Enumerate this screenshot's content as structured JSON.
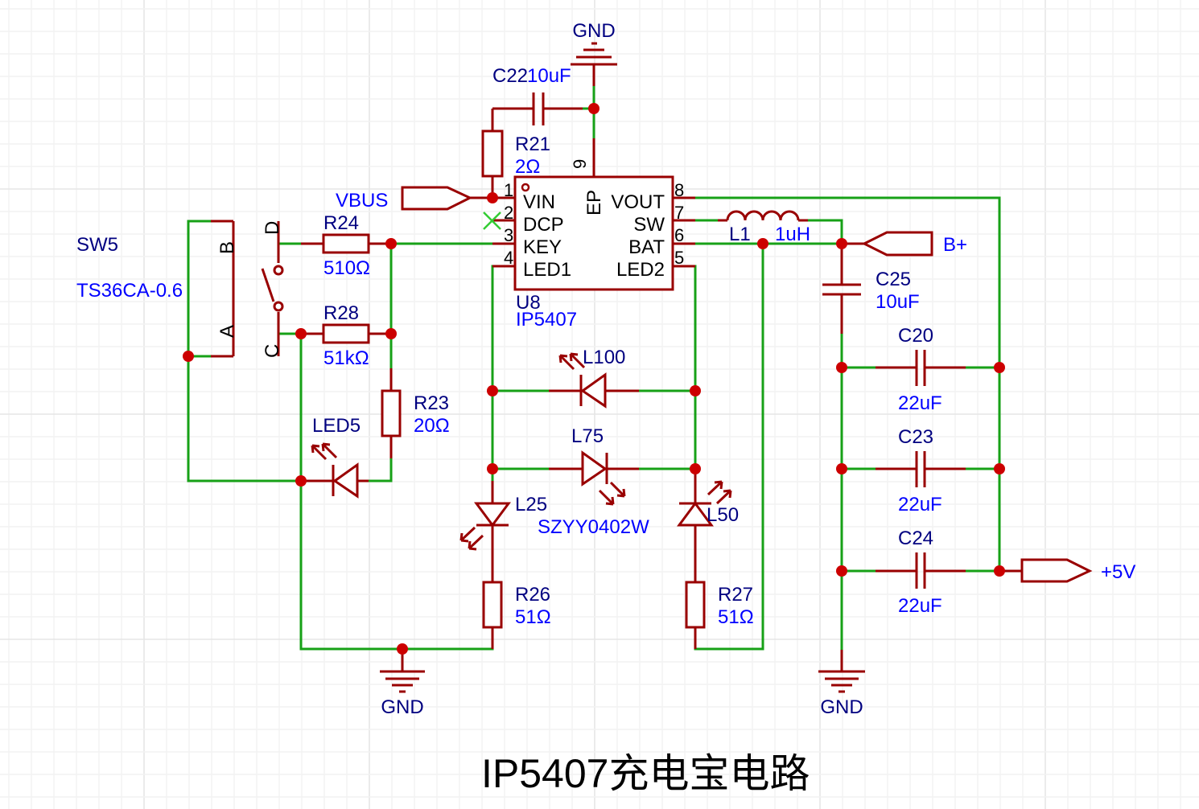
{
  "title": "IP5407充电宝电路",
  "ic": {
    "ref": "U8",
    "value": "IP5407",
    "left_pins": [
      {
        "num": "1",
        "name": "VIN"
      },
      {
        "num": "2",
        "name": "DCP"
      },
      {
        "num": "3",
        "name": "KEY"
      },
      {
        "num": "4",
        "name": "LED1"
      }
    ],
    "right_pins": [
      {
        "num": "8",
        "name": "VOUT"
      },
      {
        "num": "7",
        "name": "SW"
      },
      {
        "num": "6",
        "name": "BAT"
      },
      {
        "num": "5",
        "name": "LED2"
      }
    ],
    "top_pin": {
      "num": "9",
      "name": "EP"
    }
  },
  "switch": {
    "ref": "SW5",
    "value": "TS36CA-0.6",
    "pins": [
      "A",
      "B",
      "C",
      "D"
    ]
  },
  "resistors": {
    "r21": {
      "ref": "R21",
      "value": "2Ω"
    },
    "r24": {
      "ref": "R24",
      "value": "510Ω"
    },
    "r28": {
      "ref": "R28",
      "value": "51kΩ"
    },
    "r23": {
      "ref": "R23",
      "value": "20Ω"
    },
    "r26": {
      "ref": "R26",
      "value": "51Ω"
    },
    "r27": {
      "ref": "R27",
      "value": "51Ω"
    }
  },
  "capacitors": {
    "c22": {
      "ref": "C22",
      "value": "10uF"
    },
    "c25": {
      "ref": "C25",
      "value": "10uF"
    },
    "c20": {
      "ref": "C20",
      "value": "22uF"
    },
    "c23": {
      "ref": "C23",
      "value": "22uF"
    },
    "c24": {
      "ref": "C24",
      "value": "22uF"
    }
  },
  "inductor": {
    "ref": "L1",
    "value": "1uH"
  },
  "leds": {
    "led5": {
      "ref": "LED5"
    },
    "l100": {
      "ref": "L100"
    },
    "l75": {
      "ref": "L75"
    },
    "l25": {
      "ref": "L25"
    },
    "l50": {
      "ref": "L50"
    },
    "part": "SZYY0402W"
  },
  "nets": {
    "vbus": "VBUS",
    "bplus": "B+",
    "out5v": "+5V",
    "gnd": "GND"
  }
}
